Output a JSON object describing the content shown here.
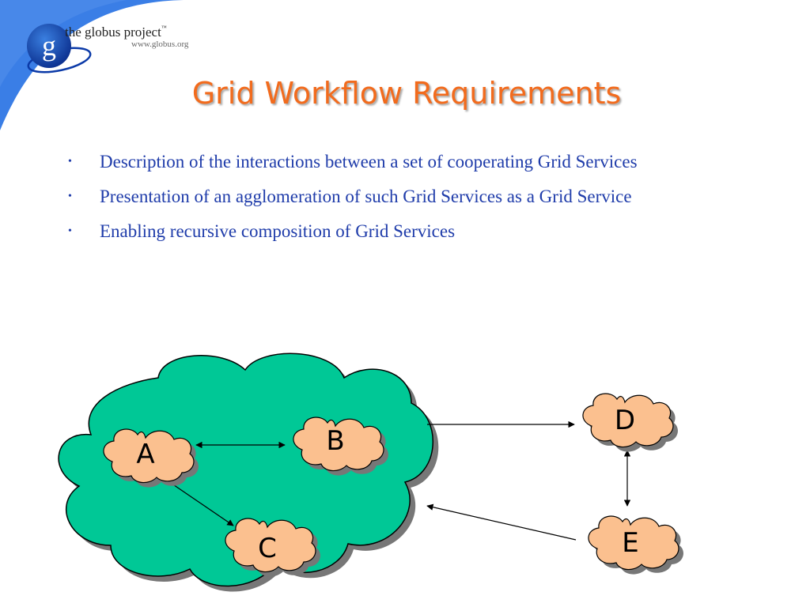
{
  "logo": {
    "name": "the globus project",
    "trademark": "™",
    "url": "www.globus.org",
    "letter": "g"
  },
  "title": "Grid Workflow Requirements",
  "bullets": [
    "Description of the interactions between a set of cooperating Grid Services",
    "Presentation of an agglomeration of such Grid Services as a Grid Service",
    "Enabling recursive composition of Grid Services"
  ],
  "diagram": {
    "nodes": [
      "A",
      "B",
      "C",
      "D",
      "E"
    ]
  },
  "colors": {
    "title": "#f26b1d",
    "bullet_text": "#1f3caa",
    "big_cloud": "#00c896",
    "small_cloud": "#fbc08f",
    "corner": "#3a7ee6"
  }
}
